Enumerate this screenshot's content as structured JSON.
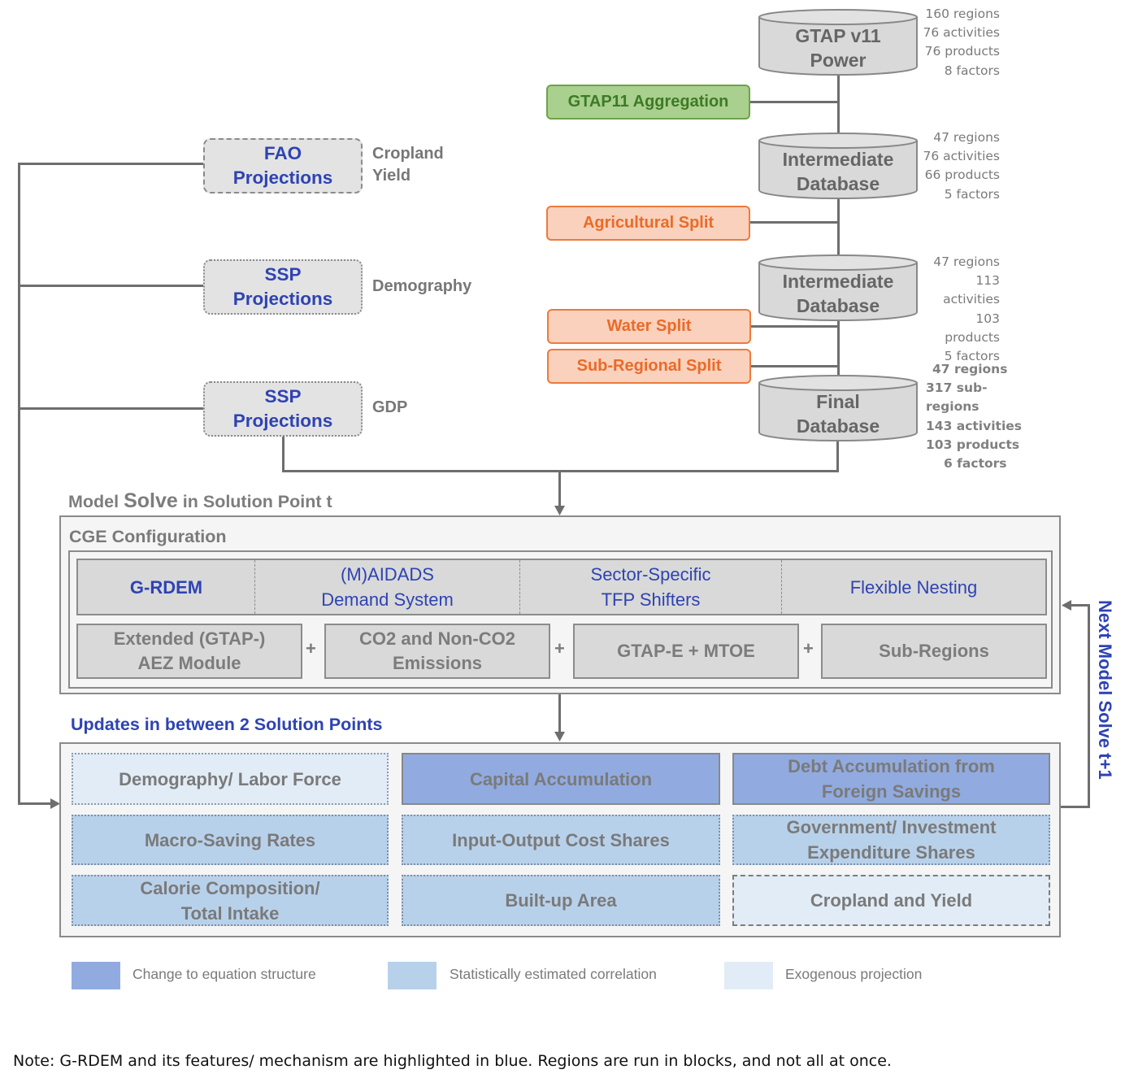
{
  "databases": [
    {
      "id": "gtap",
      "lines": [
        "GTAP v11",
        "Power"
      ],
      "stats": [
        "160 regions",
        "76 activities",
        "76 products",
        "8 factors"
      ]
    },
    {
      "id": "inter1",
      "lines": [
        "Intermediate",
        "Database"
      ],
      "stats": [
        "47 regions",
        "76 activities",
        "66 products",
        "5 factors"
      ]
    },
    {
      "id": "inter2",
      "lines": [
        "Intermediate",
        "Database"
      ],
      "stats": [
        "47 regions",
        "113 activities",
        "103 products",
        "5 factors"
      ]
    },
    {
      "id": "final",
      "lines": [
        "Final",
        "Database"
      ],
      "stats": [
        "47 regions",
        "317 sub-regions",
        "143 activities",
        "103 products",
        "6 factors"
      ]
    }
  ],
  "steps": {
    "aggregation": "GTAP11 Aggregation",
    "agri_split": "Agricultural Split",
    "water_split": "Water Split",
    "subregional_split": "Sub-Regional Split"
  },
  "projections": [
    {
      "lines": [
        "FAO",
        "Projections"
      ],
      "note": [
        "Cropland",
        "Yield"
      ]
    },
    {
      "lines": [
        "SSP",
        "Projections"
      ],
      "note": [
        "Demography"
      ]
    },
    {
      "lines": [
        "SSP",
        "Projections"
      ],
      "note": [
        "GDP"
      ]
    }
  ],
  "model_solve_title": {
    "pre": "Model ",
    "big": "Solve",
    "post": " in Solution Point t"
  },
  "cge": {
    "title": "CGE Configuration",
    "top_row": [
      {
        "lines": [
          "G-RDEM"
        ],
        "bold": true
      },
      {
        "lines": [
          "(M)AIDADS",
          "Demand System"
        ]
      },
      {
        "lines": [
          "Sector-Specific",
          "TFP Shifters"
        ]
      },
      {
        "lines": [
          "Flexible Nesting"
        ]
      }
    ],
    "modules": [
      {
        "lines": [
          "Extended (GTAP-)",
          "AEZ Module"
        ]
      },
      {
        "lines": [
          "CO2 and Non-CO2",
          "Emissions"
        ]
      },
      {
        "lines": [
          "GTAP-E + MTOE"
        ]
      },
      {
        "lines": [
          "Sub-Regions"
        ]
      }
    ],
    "plus": "+"
  },
  "updates": {
    "title": "Updates in between 2 Solution Points",
    "cells": [
      {
        "lines": [
          "Demography/ Labor Force"
        ],
        "kind": "exo"
      },
      {
        "lines": [
          "Capital Accumulation"
        ],
        "kind": "eq"
      },
      {
        "lines": [
          "Debt Accumulation from",
          "Foreign Savings"
        ],
        "kind": "eq"
      },
      {
        "lines": [
          "Macro-Saving Rates"
        ],
        "kind": "stat"
      },
      {
        "lines": [
          "Input-Output Cost Shares"
        ],
        "kind": "stat"
      },
      {
        "lines": [
          "Government/ Investment",
          "Expenditure Shares"
        ],
        "kind": "stat"
      },
      {
        "lines": [
          "Calorie Composition/",
          "Total Intake"
        ],
        "kind": "stat"
      },
      {
        "lines": [
          "Built-up Area"
        ],
        "kind": "stat"
      },
      {
        "lines": [
          "Cropland and Yield"
        ],
        "kind": "exo-dash"
      }
    ]
  },
  "next_solve": "Next Model Solve  t+1",
  "legend": [
    {
      "label": "Change to equation structure",
      "color": "#91abe0"
    },
    {
      "label": "Statistically estimated correlation",
      "color": "#b8d1eb"
    },
    {
      "label": "Exogenous projection",
      "color": "#e1ecf6"
    }
  ],
  "note": "Note: G-RDEM and its features/ mechanism are highlighted in blue. Regions are run in blocks, and not all at once."
}
